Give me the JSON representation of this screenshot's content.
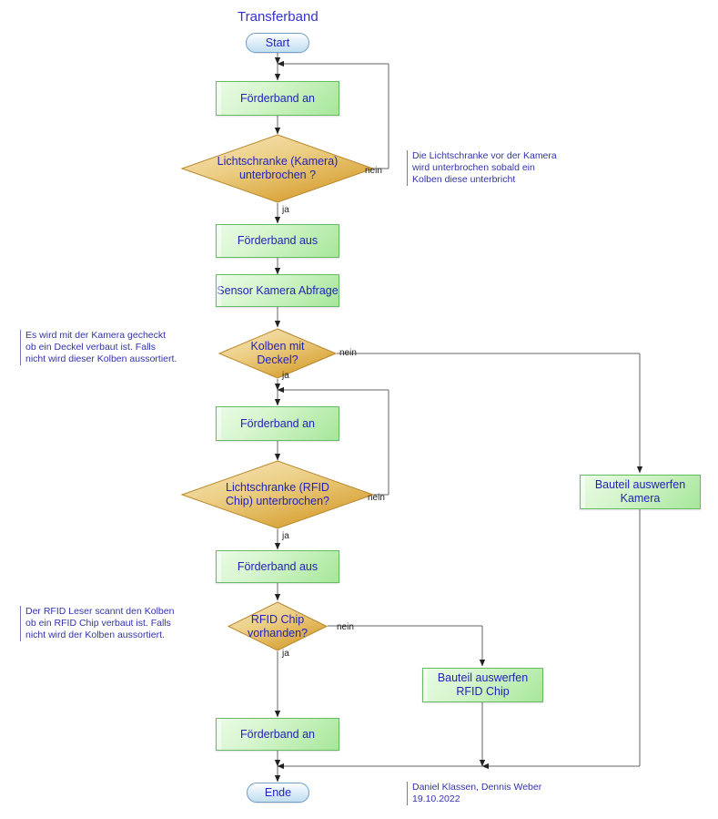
{
  "diagram": {
    "title": "Transferband",
    "accent_blue": "#2222bb",
    "node_green": "#a6e79a",
    "node_gold": "#e0aa3e",
    "node_blue": "#cfe6f5",
    "line_color": "#666666"
  },
  "nodes": {
    "start": {
      "label": "Start",
      "shape": "terminator"
    },
    "conveyor_on_1": {
      "label": "Förderband an",
      "shape": "process"
    },
    "lightbarrier_camera": {
      "label": "Lichtschranke (Kamera)\nunterbrochen ?",
      "shape": "decision"
    },
    "conveyor_off_1": {
      "label": "Förderband aus",
      "shape": "process"
    },
    "sensor_camera_query": {
      "label": "Sensor Kamera Abfrage",
      "shape": "process"
    },
    "piston_with_lid": {
      "label": "Kolben mit\nDeckel?",
      "shape": "decision"
    },
    "conveyor_on_2": {
      "label": "Förderband an",
      "shape": "process"
    },
    "lightbarrier_rfid": {
      "label": "Lichtschranke (RFID\nChip) unterbrochen?",
      "shape": "decision"
    },
    "conveyor_off_2": {
      "label": "Förderband aus",
      "shape": "process"
    },
    "rfid_chip_present": {
      "label": "RFID Chip\nvorhanden?",
      "shape": "decision"
    },
    "conveyor_on_3": {
      "label": "Förderband an",
      "shape": "process"
    },
    "eject_camera": {
      "label": "Bauteil auswerfen\nKamera",
      "shape": "process"
    },
    "eject_rfid": {
      "label": "Bauteil auswerfen\nRFID Chip",
      "shape": "process"
    },
    "end": {
      "label": "Ende",
      "shape": "terminator"
    }
  },
  "edge_labels": {
    "camera_no": "nein",
    "camera_yes": "ja",
    "lid_no": "nein",
    "lid_yes": "ja",
    "rfid_barrier_no": "nein",
    "rfid_barrier_yes": "ja",
    "rfid_chip_no": "nein",
    "rfid_chip_yes": "ja"
  },
  "notes": {
    "camera_barrier": "Die Lichtschranke vor der Kamera\nwird unterbrochen sobald ein\nKolben diese unterbricht",
    "camera_check": "Es wird mit der Kamera gecheckt\nob ein Deckel verbaut ist. Falls\nnicht wird dieser Kolben aussortiert.",
    "rfid_check": "Der RFID Leser scannt den Kolben\nob ein RFID Chip verbaut ist. Falls\nnicht wird der Kolben aussortiert.",
    "authors": "Daniel Klassen, Dennis Weber\n19.10.2022"
  }
}
